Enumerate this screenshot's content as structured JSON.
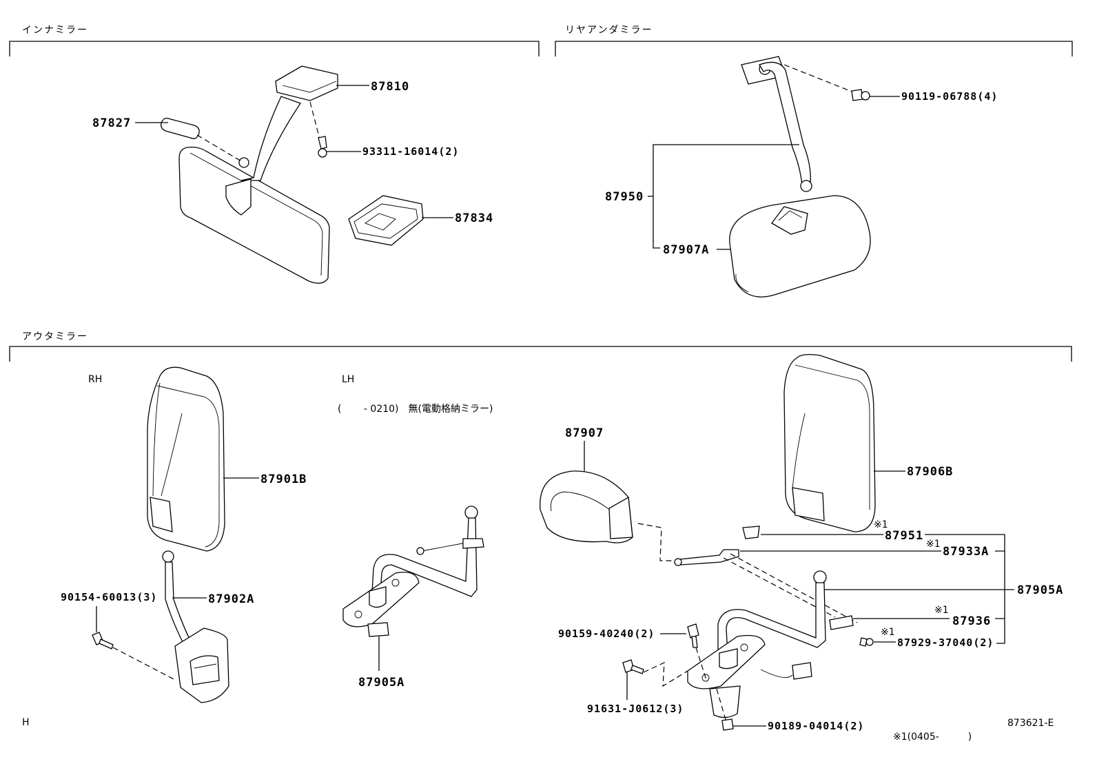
{
  "sections": {
    "inner": "インナミラー",
    "rear_under": "リヤアンダミラー",
    "outer": "アウタミラー"
  },
  "side_labels": {
    "rh": "RH",
    "lh": "LH"
  },
  "condition_note": "(　　 - 0210)　無(電動格納ミラー)",
  "parts": {
    "p87810": "87810",
    "p87827": "87827",
    "p93311": "93311-16014(2)",
    "p87834": "87834",
    "p90119": "90119-06788(4)",
    "p87950": "87950",
    "p87907A": "87907A",
    "p87901B": "87901B",
    "p87902A": "87902A",
    "p90154": "90154-60013(3)",
    "p87905A_lh": "87905A",
    "p87907": "87907",
    "p87906B": "87906B",
    "p87951": "87951",
    "p87933A": "87933A",
    "p87905A": "87905A",
    "p87936": "87936",
    "p87929": "87929-37040(2)",
    "p90159": "90159-40240(2)",
    "p91631": "91631-J0612(3)",
    "p90189": "90189-04014(2)"
  },
  "markers": {
    "m1": "※1",
    "m2": "※1",
    "m3": "※1",
    "m4": "※1"
  },
  "footnote": "※1(0405-　　　)",
  "corner_letter": "H",
  "diagram_id": "873621-E"
}
